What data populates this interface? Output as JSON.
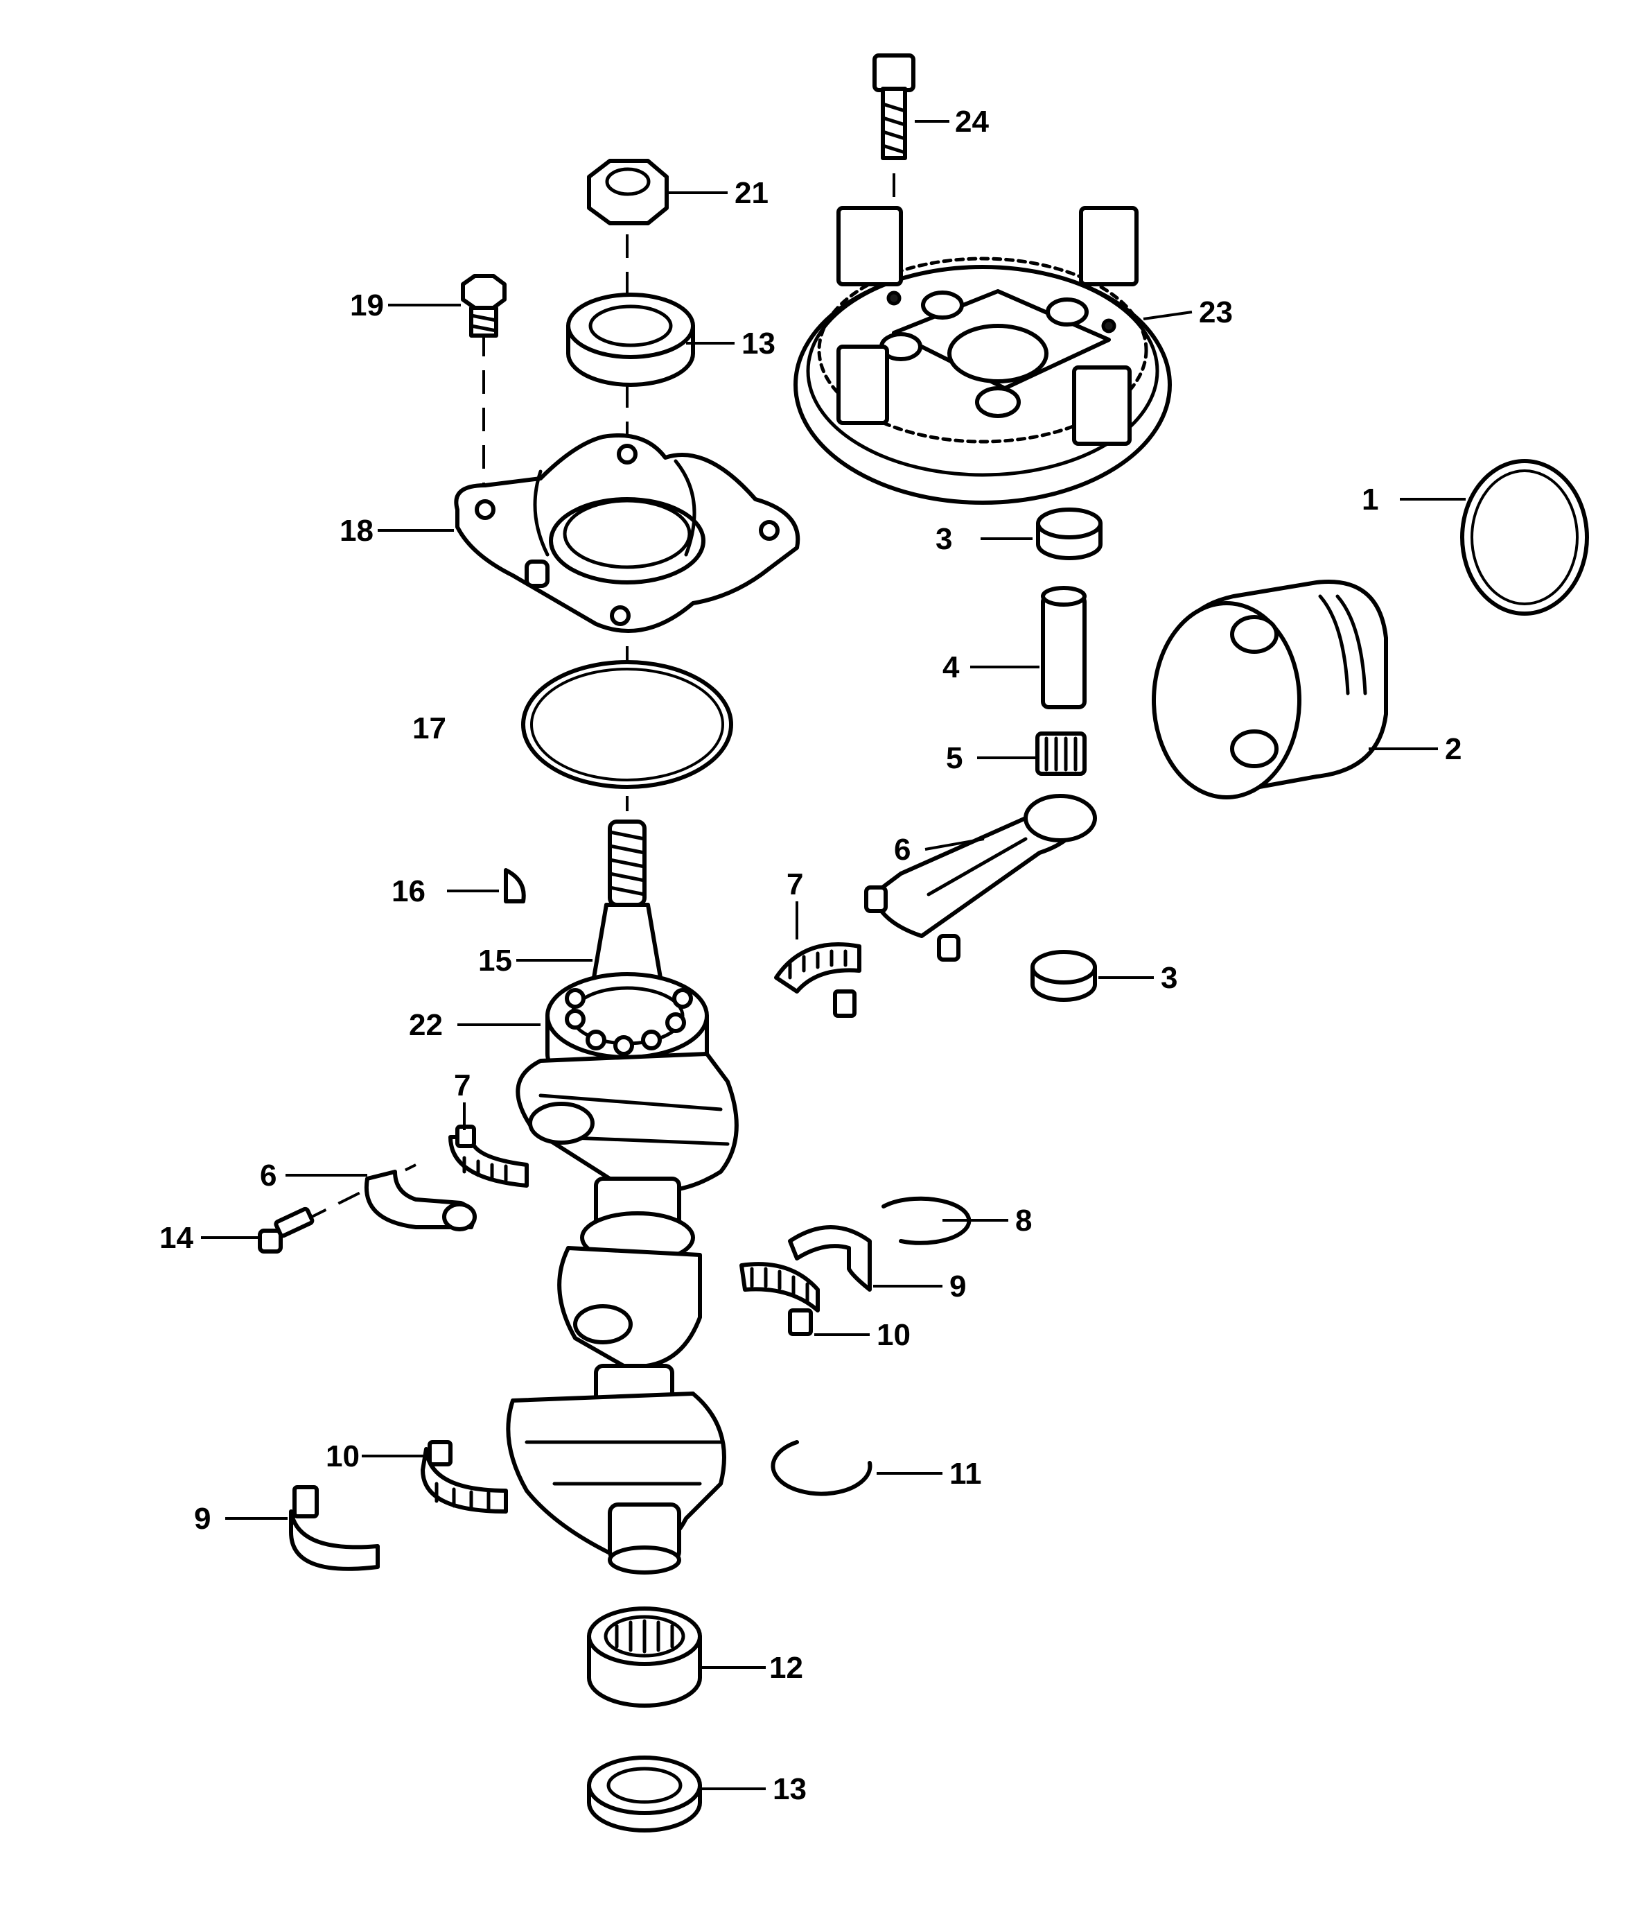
{
  "callouts": {
    "c1": "1",
    "c2": "2",
    "c3a": "3",
    "c3b": "3",
    "c4": "4",
    "c5": "5",
    "c6a": "6",
    "c6b": "6",
    "c7a": "7",
    "c7b": "7",
    "c8": "8",
    "c9a": "9",
    "c9b": "9",
    "c10a": "10",
    "c10b": "10",
    "c11": "11",
    "c12": "12",
    "c13a": "13",
    "c13b": "13",
    "c14": "14",
    "c15": "15",
    "c16": "16",
    "c17": "17",
    "c18": "18",
    "c19": "19",
    "c21": "21",
    "c22": "22",
    "c23": "23",
    "c24": "24"
  }
}
